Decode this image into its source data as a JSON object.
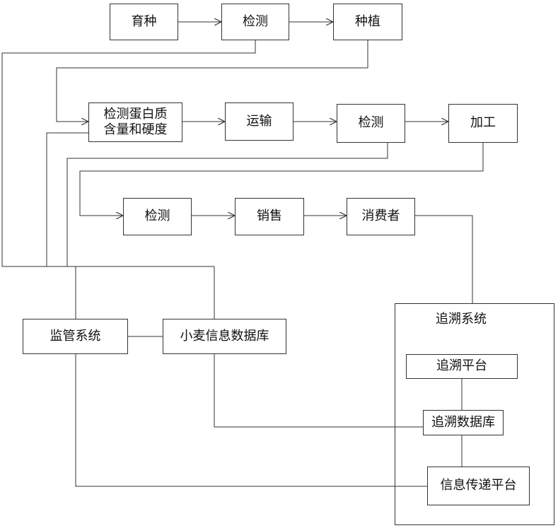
{
  "nodes": {
    "breeding": "育种",
    "detect_1": "检测",
    "planting": "种植",
    "protein_test": "检测蛋白质\n含量和硬度",
    "transport": "运输",
    "detect_2": "检测",
    "processing": "加工",
    "detect_3": "检测",
    "sales": "销售",
    "consumer": "消费者",
    "supervision_system": "监管系统",
    "wheat_database": "小麦信息数据库",
    "trace_platform": "追溯平台",
    "trace_database": "追溯数据库",
    "info_platform": "信息传递平台"
  },
  "trace_system": {
    "title": "追溯系统"
  }
}
